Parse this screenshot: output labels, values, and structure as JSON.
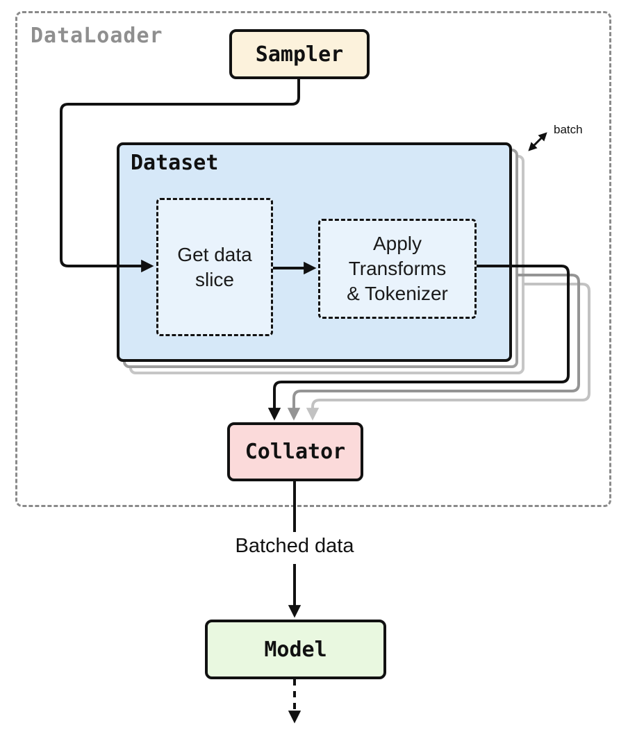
{
  "diagram": {
    "container_label": "DataLoader",
    "batch_label": "batch",
    "nodes": {
      "sampler": "Sampler",
      "dataset": "Dataset",
      "get_data_slice": "Get data\nslice",
      "apply_transforms": "Apply\nTransforms\n& Tokenizer",
      "collator": "Collator",
      "model": "Model"
    },
    "edge_labels": {
      "batched_data": "Batched data"
    },
    "colors": {
      "sampler_bg": "#fcf2dc",
      "dataset_bg": "#d6e8f8",
      "inner_box_bg": "#e9f3fc",
      "collator_bg": "#fbdada",
      "model_bg": "#e9f8e0",
      "stack_mid": "#9e9e9e",
      "stack_light": "#c6c6c6",
      "arrow_black": "#111111",
      "arrow_mid": "#949494",
      "arrow_light": "#c2c2c2",
      "container_border": "#8a8a8a",
      "label_gray": "#8f8f8f"
    }
  }
}
